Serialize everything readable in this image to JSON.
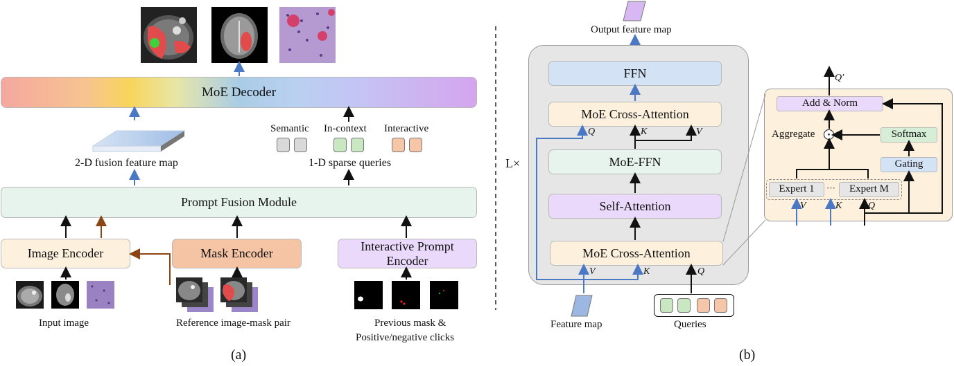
{
  "panel_a": {
    "caption": "(a)",
    "decoder_label": "MoE Decoder",
    "fusion_map_label": "2-D fusion feature map",
    "query_types": [
      "Semantic",
      "In-context",
      "Interactive"
    ],
    "sparse_queries_label": "1-D sparse queries",
    "prompt_fusion_label": "Prompt Fusion Module",
    "image_encoder_label": "Image Encoder",
    "mask_encoder_label": "Mask Encoder",
    "interactive_encoder_label": "Interactive Prompt Encoder",
    "input_image_label": "Input image",
    "reference_pair_label": "Reference image-mask pair",
    "prev_mask_line1": "Previous mask &",
    "prev_mask_line2": "Positive/negative clicks"
  },
  "panel_b": {
    "caption": "(b)",
    "output_label": "Output feature map",
    "ffn_label": "FFN",
    "cross_attn_top_label": "MoE Cross-Attention",
    "moe_ffn_label": "MoE-FFN",
    "self_attn_label": "Self-Attention",
    "cross_attn_bottom_label": "MoE Cross-Attention",
    "repeat_label": "L×",
    "feature_map_label": "Feature map",
    "queries_label": "Queries",
    "sym_q": "Q",
    "sym_k": "K",
    "sym_v": "V",
    "sym_q_prime": "Q′",
    "detail": {
      "add_norm_label": "Add & Norm",
      "aggregate_label": "Aggregate",
      "softmax_label": "Softmax",
      "gating_label": "Gating",
      "expert_first_label": "Expert 1",
      "expert_ellipsis": "···",
      "expert_last_label": "Expert M",
      "odot_symbol": "⊙"
    }
  },
  "colors": {
    "blue_arrow": "#4a78c2",
    "brown_arrow": "#8b4513",
    "query_gray": "#d9d9d9",
    "query_green": "#c9e7c0",
    "query_salmon": "#f6c6a8",
    "panel_gray": "#e6e6e6",
    "detail_panel": "#fdf0dd"
  },
  "icons": [
    "ct-abdomen-image",
    "brain-mri-image",
    "pathology-image",
    "click-mask-image"
  ]
}
